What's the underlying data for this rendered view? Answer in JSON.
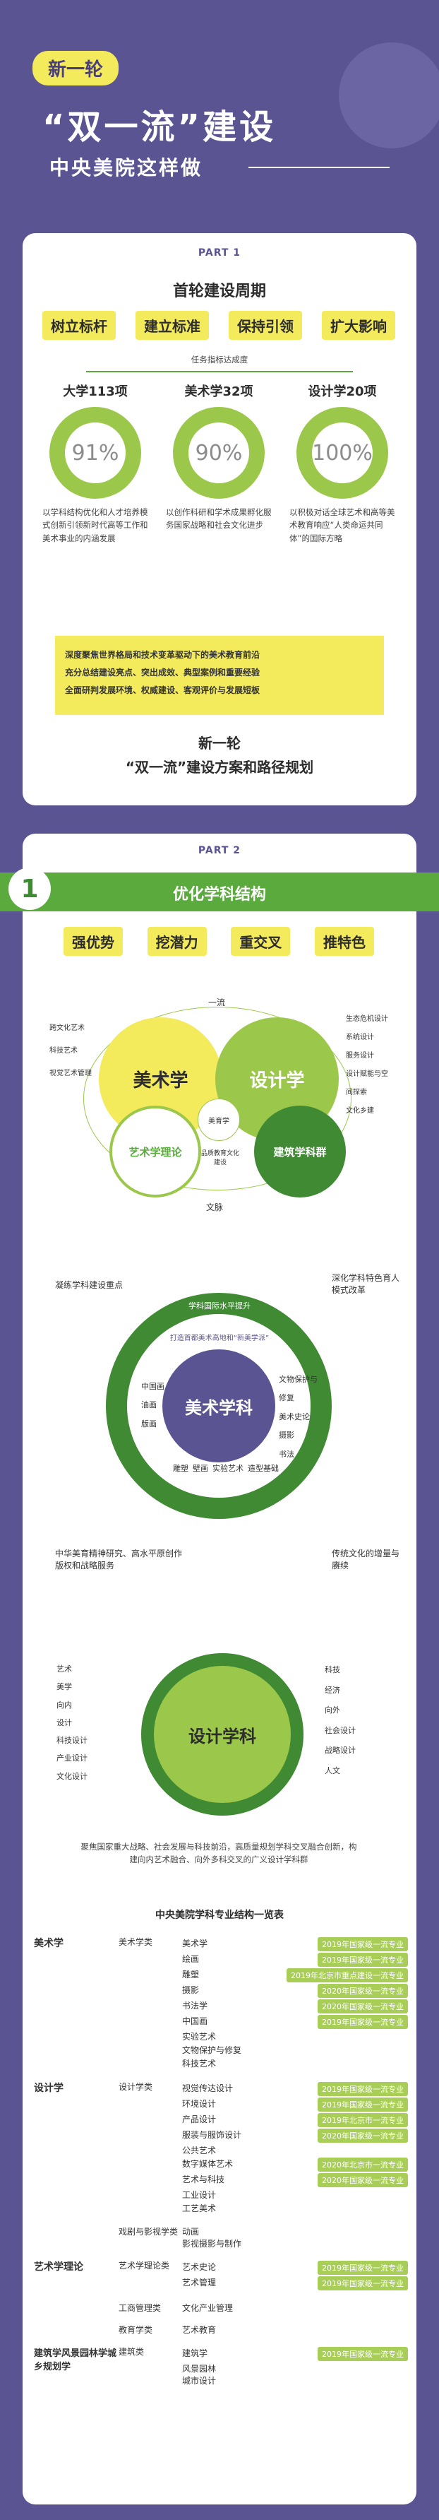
{
  "header": {
    "badge": "新一轮",
    "title": "“双一流”建设",
    "subtitle": "中央美院这样做"
  },
  "part1": {
    "label": "PART 1",
    "heading": "首轮建设周期",
    "pills": [
      "树立标杆",
      "建立标准",
      "保持引领",
      "扩大影响"
    ],
    "goal_label": "任务指标达成度",
    "rings": [
      {
        "name": "大学113项",
        "pct": "91%",
        "desc": "以学科结构优化和人才培养模式创新引领新时代高等工作和美术事业的内涵发展"
      },
      {
        "name": "美术学32项",
        "pct": "90%",
        "desc": "以创作科研和学术成果孵化服务国家战略和社会文化进步"
      },
      {
        "name": "设计学20项",
        "pct": "100%",
        "desc": "以积极对话全球艺术和高等美术教育响应“人类命运共同体”的国际方略"
      }
    ],
    "bullets": [
      "深度聚焦世界格局和技术变革驱动下的美术教育前沿",
      "充分总结建设亮点、突出成效、典型案例和重要经验",
      "全面研判发展环境、权威建设、客观评价与发展短板"
    ],
    "plan_title_1": "新一轮",
    "plan_title_2": "“双一流”建设方案和路径规划"
  },
  "part2": {
    "label": "PART 2",
    "num": "1",
    "heading": "优化学科结构",
    "pills": [
      "强优势",
      "挖潜力",
      "重交叉",
      "推特色"
    ],
    "venn": {
      "top": "一流",
      "bottom": "文脉",
      "main_left": "美术学",
      "main_right": "设计学",
      "sub_left": "艺术学理论",
      "sub_right": "建筑学科群",
      "center": "美育学",
      "center2": "品质教育文化建设",
      "left_items": [
        "跨文化艺术",
        "科技艺术",
        "视觉艺术管理"
      ],
      "right_items": [
        "生态危机设计",
        "系统设计",
        "服务设计",
        "设计赋能与空间探索",
        "文化乡建"
      ]
    },
    "arts": {
      "center": "美术学科",
      "top": "学科国际水平提升",
      "inner": "打造首都美术高地和“新美学派”",
      "items": [
        "中国画",
        "油画",
        "版画",
        "雕塑",
        "壁画",
        "实验艺术",
        "造型基础",
        "文物保护与修复",
        "美术史论",
        "摄影",
        "书法"
      ],
      "left_top": "凝练学科建设重点",
      "right_top": "深化学科特色育人模式改革",
      "left_bottom": "中华美育精神研究、高水平原创作版权和战略服务",
      "right_bottom": "传统文化的增量与赓续"
    },
    "design": {
      "center": "设计学科",
      "left": [
        "艺术",
        "美学",
        "向内",
        "设计",
        "科技设计",
        "产业设计",
        "文化设计"
      ],
      "right": [
        "科技",
        "经济",
        "向外",
        "社会设计",
        "战略设计",
        "人文"
      ],
      "caption": "聚焦国家重大战略、社会发展与科技前沿，高质量规划学科交叉融合创新，构建向内艺术融合、向外多科交叉的广义设计学科群"
    },
    "table_title": "中央美院学科专业结构一览表",
    "tree": [
      {
        "name": "美术学",
        "cls": "美术学类",
        "items": [
          {
            "t": "美术学",
            "n": "2019年国家级一流专业"
          },
          {
            "t": "绘画",
            "n": "2019年国家级一流专业"
          },
          {
            "t": "雕塑",
            "n": "2019年北京市重点建设一流专业"
          },
          {
            "t": "摄影",
            "n": "2020年国家级一流专业"
          },
          {
            "t": "书法学",
            "n": "2020年国家级一流专业"
          },
          {
            "t": "中国画",
            "n": "2019年国家级一流专业"
          },
          {
            "t": "实验艺术",
            "n": ""
          },
          {
            "t": "文物保护与修复",
            "n": ""
          },
          {
            "t": "科技艺术",
            "n": ""
          }
        ]
      },
      {
        "name": "设计学",
        "cls": "设计学类",
        "items": [
          {
            "t": "视觉传达设计",
            "n": "2019年国家级一流专业"
          },
          {
            "t": "环境设计",
            "n": "2019年国家级一流专业"
          },
          {
            "t": "产品设计",
            "n": "2019年北京市一流专业"
          },
          {
            "t": "服装与服饰设计",
            "n": "2020年国家级一流专业"
          },
          {
            "t": "公共艺术",
            "n": ""
          },
          {
            "t": "数字媒体艺术",
            "n": "2020年北京市一流专业"
          },
          {
            "t": "艺术与科技",
            "n": "2020年国家级一流专业"
          },
          {
            "t": "工业设计",
            "n": ""
          },
          {
            "t": "工艺美术",
            "n": ""
          }
        ]
      },
      {
        "name": "",
        "cls": "戏剧与影视学类",
        "items": [
          {
            "t": "动画",
            "n": ""
          },
          {
            "t": "影视摄影与制作",
            "n": ""
          }
        ]
      },
      {
        "name": "艺术学理论",
        "cls": "艺术学理论类",
        "items": [
          {
            "t": "艺术史论",
            "n": "2019年国家级一流专业"
          },
          {
            "t": "艺术管理",
            "n": "2019年国家级一流专业"
          }
        ]
      },
      {
        "name": "",
        "cls": "工商管理类",
        "items": [
          {
            "t": "文化产业管理",
            "n": ""
          }
        ]
      },
      {
        "name": "",
        "cls": "教育学类",
        "items": [
          {
            "t": "艺术教育",
            "n": ""
          }
        ]
      },
      {
        "name": "建筑学风景园林学城乡规划学",
        "cls": "建筑类",
        "items": [
          {
            "t": "建筑学",
            "n": "2019年国家级一流专业"
          },
          {
            "t": "风景园林",
            "n": ""
          },
          {
            "t": "城市设计",
            "n": ""
          }
        ]
      }
    ]
  },
  "colors": {
    "bg": "#5a5492",
    "yellow": "#f3ea5c",
    "green": "#5aaa3e",
    "lightgreen": "#9bc84a"
  }
}
